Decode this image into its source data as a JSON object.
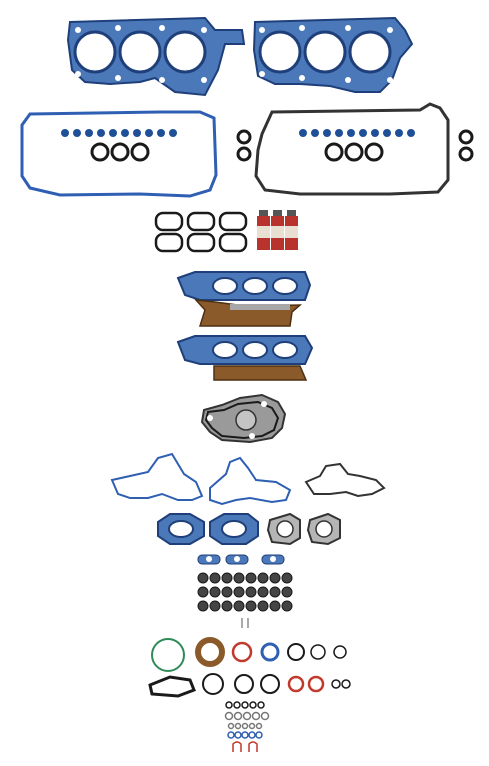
{
  "colors": {
    "background": "#ffffff",
    "gasket_blue": "#3f6fb3",
    "gasket_blue_dark": "#1f4f96",
    "outline_blue": "#2f5fb3",
    "black_ring": "#1a1a1a",
    "red_ring": "#c0392b",
    "green_ring": "#2e8b57",
    "bronze": "#8a5a2b",
    "tube_red": "#b8332b",
    "gray_steel": "#b5b5b5"
  },
  "tubes": [
    {
      "name": "sealant-tube-1"
    },
    {
      "name": "sealant-tube-2"
    },
    {
      "name": "sealant-tube-3"
    }
  ]
}
